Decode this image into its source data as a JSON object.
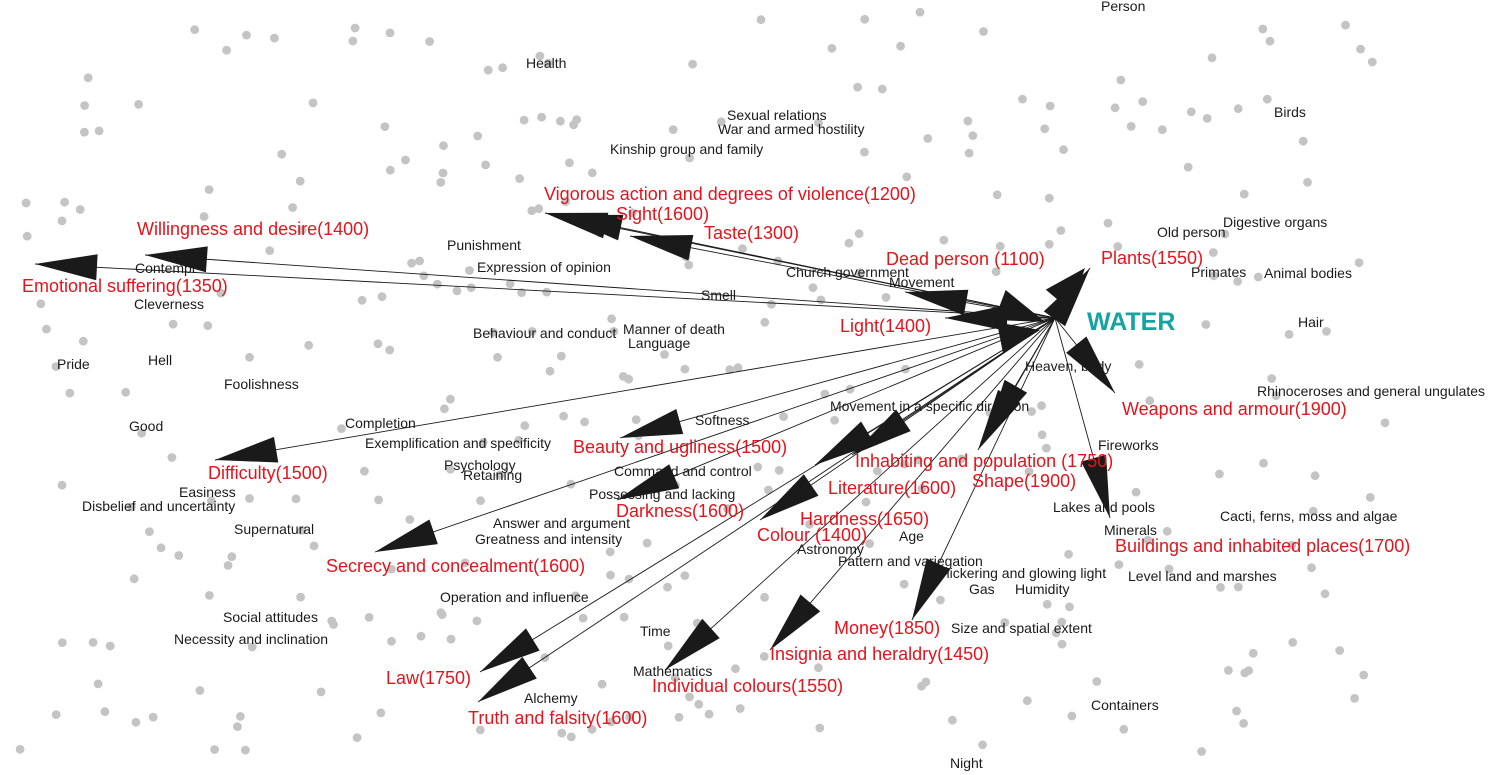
{
  "hub": {
    "label": "WATER"
  },
  "colors": {
    "hub": "#17a3a3",
    "target": "#e3141c",
    "context": "#1a1a1a",
    "dot": "#c4c4c4",
    "edge": "#1a1a1a"
  },
  "targets": [
    {
      "key": "vigorous",
      "label": "Vigorous action and degrees of violence(1200)"
    },
    {
      "key": "sight",
      "label": "Sight(1600)"
    },
    {
      "key": "taste",
      "label": "Taste(1300)"
    },
    {
      "key": "willingness",
      "label": "Willingness and desire(1400)"
    },
    {
      "key": "emotional",
      "label": "Emotional suffering(1350)"
    },
    {
      "key": "dead",
      "label": "Dead person (1100)"
    },
    {
      "key": "plants",
      "label": "Plants(1550)"
    },
    {
      "key": "light",
      "label": "Light(1400)"
    },
    {
      "key": "weapons",
      "label": "Weapons and armour(1900)"
    },
    {
      "key": "difficulty",
      "label": "Difficulty(1500)"
    },
    {
      "key": "beauty",
      "label": "Beauty and ugliness(1500)"
    },
    {
      "key": "inhabiting",
      "label": "Inhabiting and population (1750)"
    },
    {
      "key": "literature",
      "label": "Literature(1600)"
    },
    {
      "key": "shape",
      "label": "Shape(1900)"
    },
    {
      "key": "darkness",
      "label": "Darkness(1600)"
    },
    {
      "key": "hardness",
      "label": "Hardness(1650)"
    },
    {
      "key": "colour",
      "label": "Colour (1400)"
    },
    {
      "key": "buildings",
      "label": "Buildings and inhabited places(1700)"
    },
    {
      "key": "secrecy",
      "label": "Secrecy and concealment(1600)"
    },
    {
      "key": "money",
      "label": "Money(1850)"
    },
    {
      "key": "insignia",
      "label": "Insignia and heraldry(1450)"
    },
    {
      "key": "law",
      "label": "Law(1750)"
    },
    {
      "key": "individual",
      "label": "Individual colours(1550)"
    },
    {
      "key": "truth",
      "label": "Truth and falsity(1600)"
    }
  ],
  "context_labels": [
    "Person",
    "Health",
    "Sexual relations",
    "War and armed hostility",
    "Kinship group and family",
    "Birds",
    "Digestive organs",
    "Old person",
    "Punishment",
    "Expression of opinion",
    "Contempt",
    "Church government",
    "Movement",
    "Primates",
    "Animal bodies",
    "Smell",
    "Cleverness",
    "Hair",
    "Behaviour and conduct",
    "Manner of death",
    "Language",
    "Pride",
    "Hell",
    "Heaven, body",
    "Foolishness",
    "Rhinoceroses and general ungulates",
    "Good",
    "Completion",
    "Softness",
    "Movement in a specific direction",
    "Exemplification and specificity",
    "Fireworks",
    "Psychology",
    "Retaining",
    "Command and control",
    "Easiness",
    "Disbelief and uncertainty",
    "Possessing and lacking",
    "Lakes and pools",
    "Cacti, ferns, moss and algae",
    "Minerals",
    "Supernatural",
    "Answer and argument",
    "Greatness and intensity",
    "Age",
    "Astronomy",
    "Pattern and variegation",
    "Flickering and glowing light",
    "Gas",
    "Humidity",
    "Level land and marshes",
    "Operation and influence",
    "Social attitudes",
    "Size and spatial extent",
    "Time",
    "Necessity and inclination",
    "Mathematics",
    "Alchemy",
    "Containers",
    "Night"
  ]
}
